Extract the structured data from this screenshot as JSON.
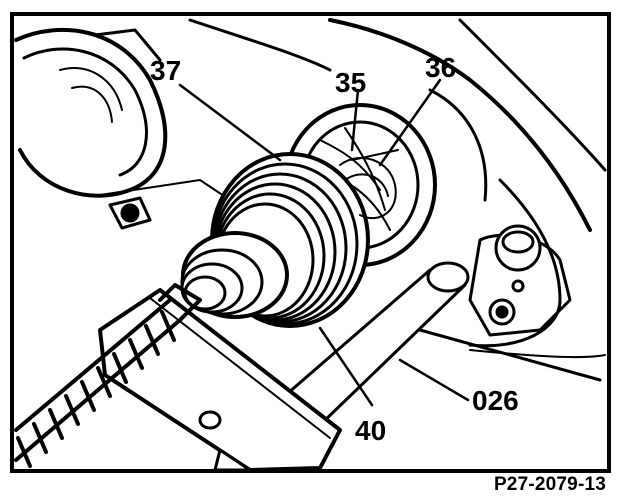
{
  "figure": {
    "reference_code": "P27-2079-13",
    "callouts": {
      "c35": "35",
      "c36": "36",
      "c37": "37",
      "c40": "40",
      "c026": "026"
    }
  }
}
